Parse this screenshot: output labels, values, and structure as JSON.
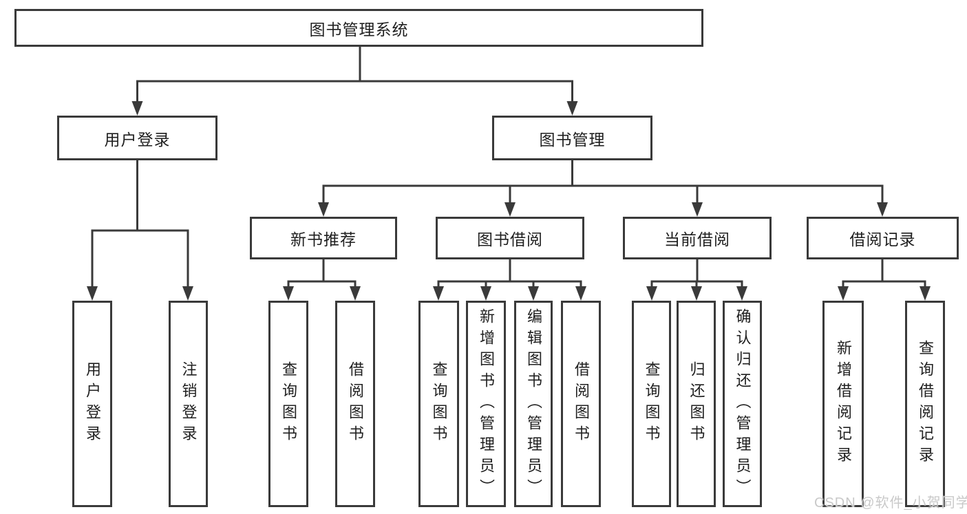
{
  "colors": {
    "line": "#3a3a3a",
    "border": "#3a3a3a",
    "text": "#1f1f1f",
    "box_background": "#ffffff",
    "watermark": "#c9c9c9"
  },
  "tree": {
    "root": {
      "label": "图书管理系统"
    },
    "branches": [
      {
        "label": "用户登录",
        "children": [
          {
            "label": "用户登录"
          },
          {
            "label": "注销登录"
          }
        ]
      },
      {
        "label": "图书管理",
        "children": [
          {
            "label": "新书推荐",
            "children": [
              {
                "label": "查询图书"
              },
              {
                "label": "借阅图书"
              }
            ]
          },
          {
            "label": "图书借阅",
            "children": [
              {
                "label": "查询图书"
              },
              {
                "label": "新增图书（管理员）"
              },
              {
                "label": "编辑图书（管理员）"
              },
              {
                "label": "借阅图书"
              }
            ]
          },
          {
            "label": "当前借阅",
            "children": [
              {
                "label": "查询图书"
              },
              {
                "label": "归还图书"
              },
              {
                "label": "确认归还（管理员）"
              }
            ]
          },
          {
            "label": "借阅记录",
            "children": [
              {
                "label": "新增借阅记录"
              },
              {
                "label": "查询借阅记录"
              }
            ]
          }
        ]
      }
    ]
  },
  "watermark": "CSDN @软件_小贺同学"
}
